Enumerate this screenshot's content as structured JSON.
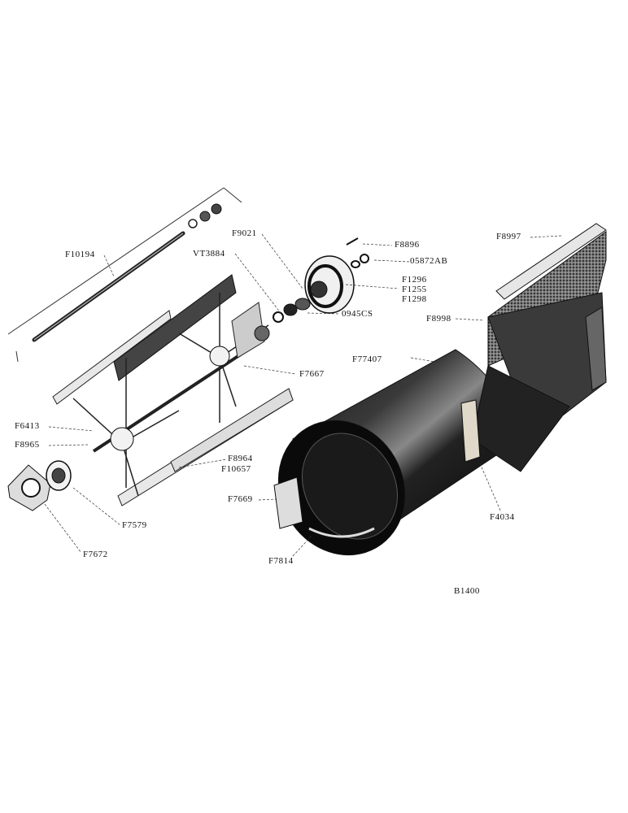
{
  "diagram": {
    "labels": {
      "f10194": "F10194",
      "f9021": "F9021",
      "f8896": "F8896",
      "vt3884": "VT3884",
      "p05872ab": "05872AB",
      "f1296": "F1296",
      "f1255": "F1255",
      "f1298": "F1298",
      "p0945cs": "0945CS",
      "f7667": "F7667",
      "f6413": "F6413",
      "f8965": "F8965",
      "f8964": "F8964",
      "f10657": "F10657",
      "f7579": "F7579",
      "f7672": "F7672",
      "f8997": "F8997",
      "f8998": "F8998",
      "f77407": "F77407",
      "f7669": "F7669",
      "f4034": "F4034",
      "f7814": "F7814"
    },
    "drawing_code": "B1400"
  }
}
